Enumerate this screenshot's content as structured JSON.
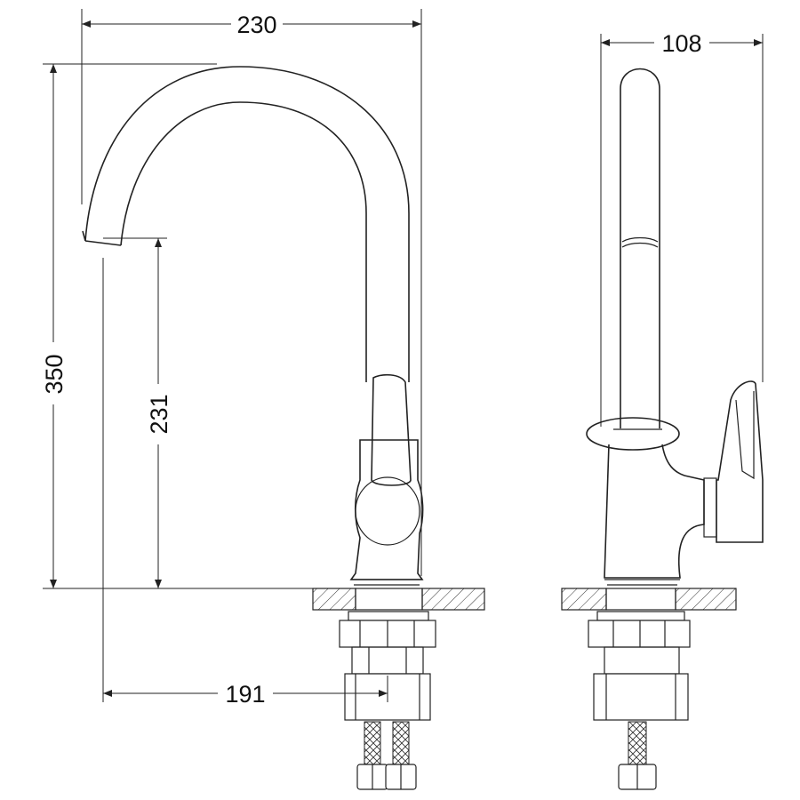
{
  "dimensions": {
    "width": "230",
    "height": "350",
    "spout_height": "231",
    "reach": "191",
    "depth": "108"
  }
}
